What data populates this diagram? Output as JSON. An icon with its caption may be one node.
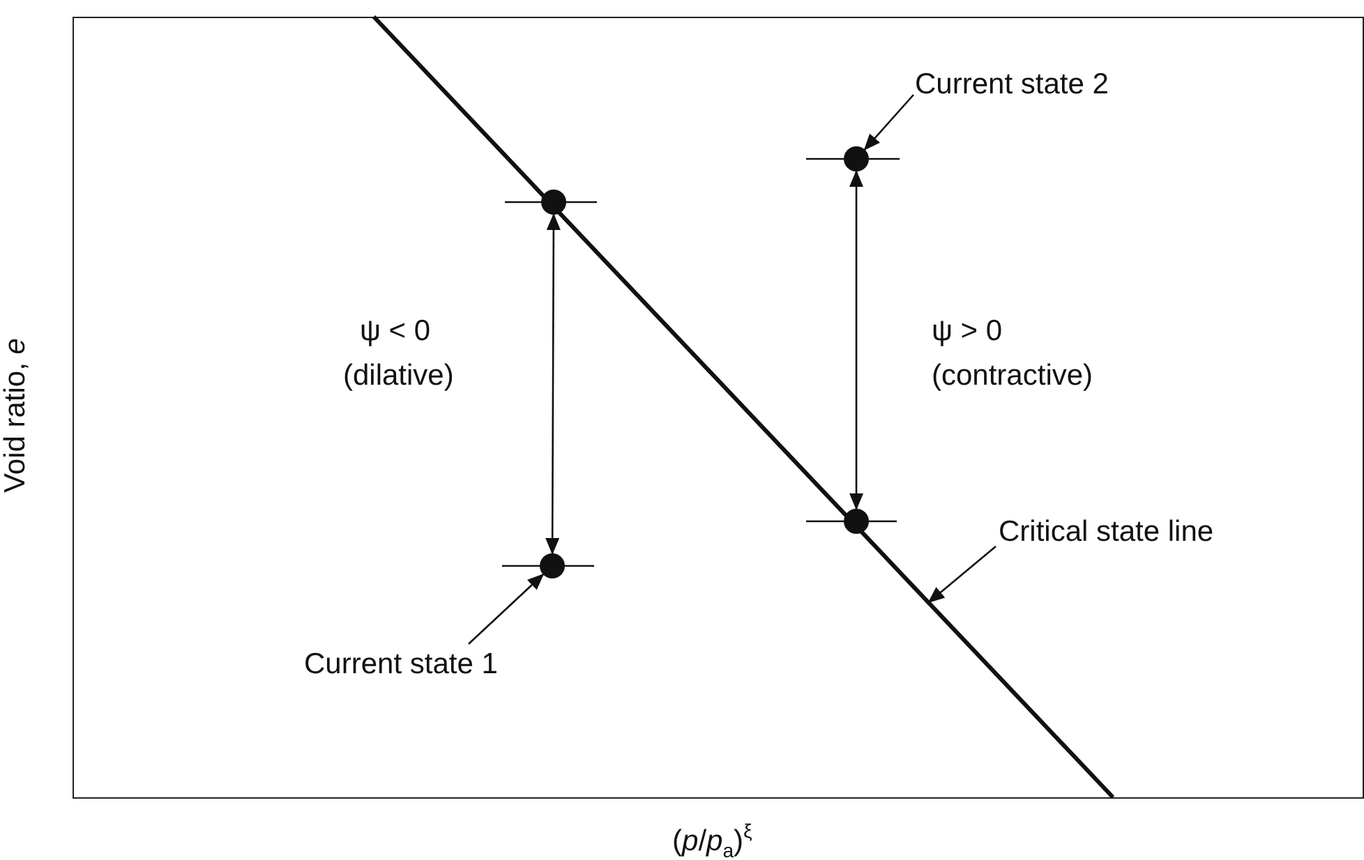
{
  "diagram": {
    "nodes": [
      {
        "text": [
          "Current state 2"
        ]
      },
      {
        "text": [],
        "shape": "circle"
      },
      {
        "text": [],
        "shape": "circle"
      },
      {
        "text": [],
        "shape": "circle"
      },
      {
        "text": [
          "Critical state line"
        ]
      },
      {
        "text": [],
        "shape": "circle"
      },
      {
        "text": [
          "Current state 1"
        ]
      }
    ],
    "edges": [
      {
        "from": 0,
        "to": 1,
        "arrow": "to"
      },
      {
        "from": 2,
        "to": 5,
        "arrow": "both"
      },
      {
        "from": 1,
        "to": 3,
        "arrow": "both"
      },
      {
        "from": 4,
        "to": null,
        "arrow": "to"
      },
      {
        "from": 6,
        "to": 5,
        "arrow": "to"
      }
    ],
    "labels": [
      "ψ < 0",
      "(dilative)",
      "ψ > 0",
      "(contractive)",
      "Void ratio, *e*",
      "(*p*/*p*$_{a}$)$^{ξ}$"
    ]
  }
}
